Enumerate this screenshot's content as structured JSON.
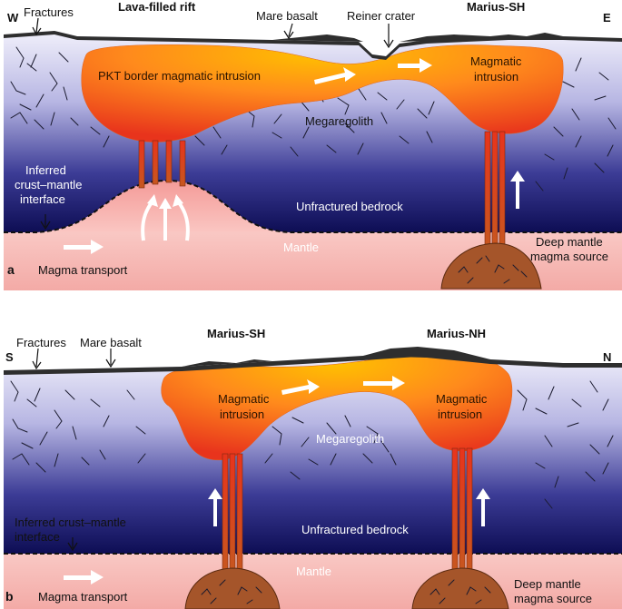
{
  "colors": {
    "intrusion_top": "#ffb400",
    "intrusion_mid": "#ff7a1a",
    "intrusion_bottom": "#e8341c",
    "crust_top": "#ecebf8",
    "crust_bottom": "#0c0c52",
    "mantle": "#f6b7b3",
    "mare_basalt": "#2e2e2e",
    "magma_source": "#a5552a"
  },
  "panel_a": {
    "letter": "a",
    "west": "W",
    "east": "E",
    "fractures": "Fractures",
    "lava_rift": "Lava-filled rift",
    "mare_basalt": "Mare basalt",
    "reiner": "Reiner crater",
    "marius_sh": "Marius-SH",
    "pkt_intrusion": "PKT border magmatic intrusion",
    "magmatic_intrusion_1": "Magmatic",
    "magmatic_intrusion_2": "intrusion",
    "megaregolith": "Megaregolith",
    "inferred_1": "Inferred",
    "inferred_2": "crust–mantle",
    "inferred_3": "interface",
    "unfractured": "Unfractured bedrock",
    "mantle": "Mantle",
    "deep_source_1": "Deep mantle",
    "deep_source_2": "magma source",
    "magma_transport": "Magma transport"
  },
  "panel_b": {
    "letter": "b",
    "south": "S",
    "north": "N",
    "fractures": "Fractures",
    "mare_basalt": "Mare basalt",
    "marius_sh": "Marius-SH",
    "marius_nh": "Marius-NH",
    "intrusion_left_1": "Magmatic",
    "intrusion_left_2": "intrusion",
    "intrusion_right_1": "Magmatic",
    "intrusion_right_2": "intrusion",
    "megaregolith": "Megaregolith",
    "inferred_1": "Inferred crust–mantle",
    "inferred_2": "interface",
    "unfractured": "Unfractured bedrock",
    "mantle": "Mantle",
    "deep_source_1": "Deep mantle",
    "deep_source_2": "magma source",
    "magma_transport": "Magma transport"
  }
}
